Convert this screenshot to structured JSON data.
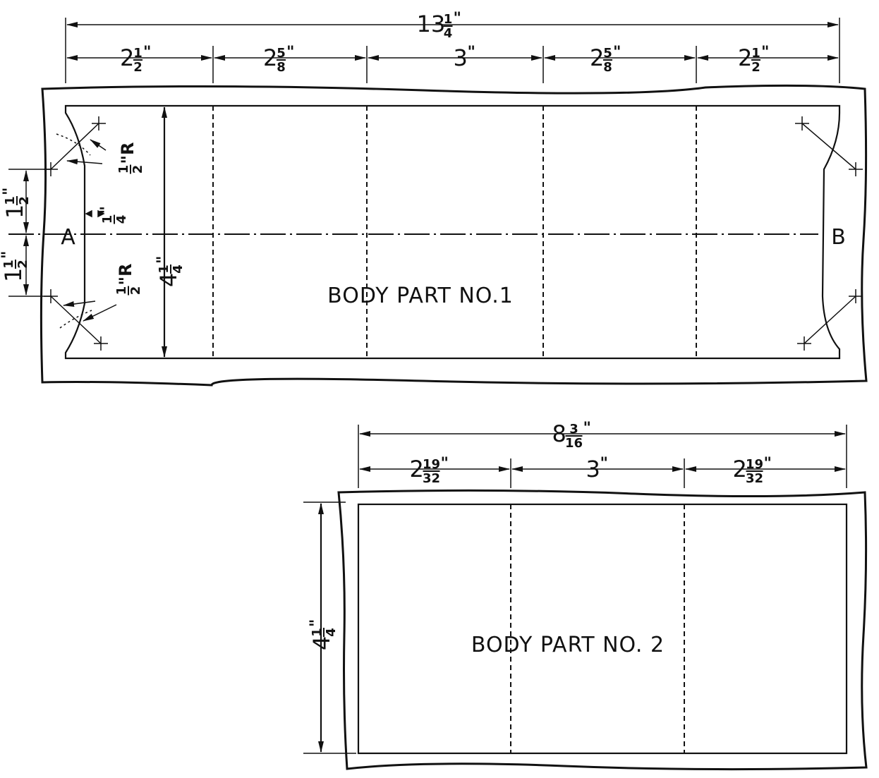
{
  "part1": {
    "title": "BODY PART NO.1",
    "overall": {
      "whole": "13",
      "num": "1",
      "den": "4",
      "unit": "\""
    },
    "dims": [
      {
        "whole": "2",
        "num": "1",
        "den": "2",
        "unit": "\""
      },
      {
        "whole": "2",
        "num": "5",
        "den": "8",
        "unit": "\""
      },
      {
        "whole": "3",
        "num": "",
        "den": "",
        "unit": "\""
      },
      {
        "whole": "2",
        "num": "5",
        "den": "8",
        "unit": "\""
      },
      {
        "whole": "2",
        "num": "1",
        "den": "2",
        "unit": "\""
      }
    ],
    "height": {
      "whole": "4",
      "num": "1",
      "den": "4",
      "unit": "\""
    },
    "notch_upper": {
      "whole": "1",
      "num": "1",
      "den": "2",
      "unit": "\""
    },
    "notch_lower": {
      "whole": "1",
      "num": "1",
      "den": "2",
      "unit": "\""
    },
    "notch_depth": {
      "whole": "",
      "num": "1",
      "den": "4",
      "unit": "\""
    },
    "radius_upper": {
      "whole": "",
      "num": "1",
      "den": "2",
      "unit": "\"R"
    },
    "radius_lower": {
      "whole": "",
      "num": "1",
      "den": "2",
      "unit": "\"R"
    },
    "end_a": "A",
    "end_b": "B"
  },
  "part2": {
    "title": "BODY PART NO. 2",
    "overall": {
      "whole": "8",
      "num": "3",
      "den": "16",
      "unit": "\""
    },
    "dims": [
      {
        "whole": "2",
        "num": "19",
        "den": "32",
        "unit": "\""
      },
      {
        "whole": "3",
        "num": "",
        "den": "",
        "unit": "\""
      },
      {
        "whole": "2",
        "num": "19",
        "den": "32",
        "unit": "\""
      }
    ],
    "height": {
      "whole": "4",
      "num": "1",
      "den": "4",
      "unit": "\""
    }
  }
}
